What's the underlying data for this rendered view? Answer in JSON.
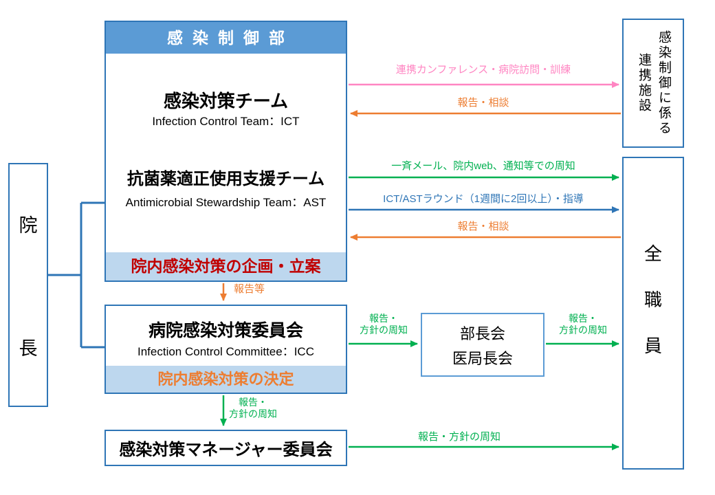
{
  "director": {
    "char1": "院",
    "char2": "長"
  },
  "icd": {
    "header": "感染制御部",
    "ict_title": "感染対策チーム",
    "ict_sub": "Infection Control Team：ICT",
    "ast_title": "抗菌薬適正使用支援チーム",
    "ast_sub": "Antimicrobial Stewardship Team：AST",
    "band": "院内感染対策の企画・立案"
  },
  "icc": {
    "title": "病院感染対策委員会",
    "sub": "Infection Control Committee：ICC",
    "band": "院内感染対策の決定"
  },
  "manager": {
    "title": "感染対策マネージャー委員会"
  },
  "bucho": {
    "line1": "部長会",
    "line2": "医局長会"
  },
  "affiliates": {
    "col1": "感染制御に係る",
    "col2": "連携施設"
  },
  "all_staff": {
    "char1": "全",
    "char2": "職",
    "char3": "員"
  },
  "arrow_labels": {
    "conference": "連携カンファレンス・病院訪問・訓練",
    "report_consult_top": "報告・相談",
    "broadcast": "一斉メール、院内web、通知等での周知",
    "rounds": "ICT/ASTラウンド（1週間に2回以上）・指導",
    "report_consult_mid": "報告・相談",
    "report_etc": "報告等",
    "policy_line1": "報告・",
    "policy_line2": "方針の周知",
    "policy_inline": "報告・方針の周知"
  },
  "palette": {
    "border-blue": "#2E75B6",
    "header-fill": "#5B9BD5",
    "band-fill": "#BDD7EE",
    "red": "#C00000",
    "orange": "#ED7D31",
    "green": "#00B050",
    "pink": "#FF85C2",
    "arrow-blue": "#2E75B6"
  }
}
